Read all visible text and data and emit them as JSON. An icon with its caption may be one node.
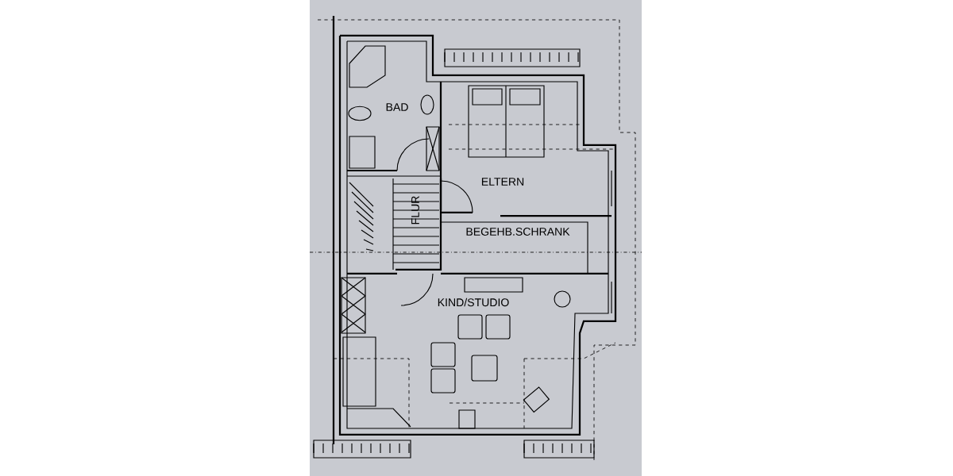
{
  "diagram": {
    "labels": [
      "BAD",
      "ELTERN",
      "FLUR",
      "BEGEHB.SCHRANK",
      "KIND/STUDIO"
    ]
  }
}
